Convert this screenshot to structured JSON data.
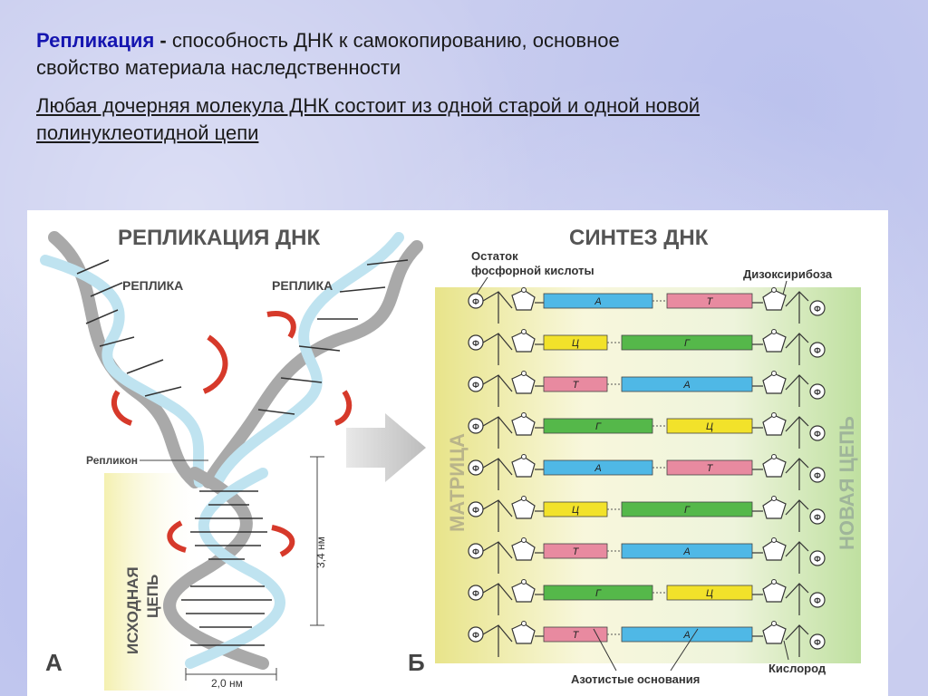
{
  "slide": {
    "term": "Репликация",
    "dash": "-",
    "definition_line1": " способность ДНК к самокопированию, основное",
    "definition_line2": "свойство материала наследственности",
    "statement_line1": "Любая дочерняя молекула ДНК состоит из одной старой и одной новой",
    "statement_line2": "полинуклеотидной цепи"
  },
  "figure": {
    "left_title": "РЕПЛИКАЦИЯ ДНК",
    "right_title": "СИНТЕЗ ДНК",
    "replica_left": "РЕПЛИКА",
    "replica_right": "РЕПЛИКА",
    "replicon": "Репликон",
    "original_chain_1": "ИСХОДНАЯ",
    "original_chain_2": "ЦЕПЬ",
    "size_34": "3,4 нм",
    "size_20": "2,0 нм",
    "panel_a": "А",
    "panel_b": "Б",
    "phosphate_1": "Остаток",
    "phosphate_2": "фосфорной кислоты",
    "deoxyribose": "Дизоксирибоза",
    "matrix": "МАТРИЦА",
    "new_chain": "НОВАЯ ЦЕПЬ",
    "nitrogen_bases": "Азотистые основания",
    "oxygen": "Кислород",
    "phosphate_symbol": "Ф",
    "base_pairs": [
      {
        "left": "А",
        "right": "Т",
        "left_color": "#4fb8e6",
        "right_color": "#e88aa0",
        "long": "left"
      },
      {
        "left": "Ц",
        "right": "Г",
        "left_color": "#f2e22a",
        "right_color": "#55b84a",
        "long": "right"
      },
      {
        "left": "Т",
        "right": "А",
        "left_color": "#e88aa0",
        "right_color": "#4fb8e6",
        "long": "right"
      },
      {
        "left": "Г",
        "right": "Ц",
        "left_color": "#55b84a",
        "right_color": "#f2e22a",
        "long": "left"
      },
      {
        "left": "А",
        "right": "Т",
        "left_color": "#4fb8e6",
        "right_color": "#e88aa0",
        "long": "left"
      },
      {
        "left": "Ц",
        "right": "Г",
        "left_color": "#f2e22a",
        "right_color": "#55b84a",
        "long": "right"
      },
      {
        "left": "Т",
        "right": "А",
        "left_color": "#e88aa0",
        "right_color": "#4fb8e6",
        "long": "right"
      },
      {
        "left": "Г",
        "right": "Ц",
        "left_color": "#55b84a",
        "right_color": "#f2e22a",
        "long": "left"
      },
      {
        "left": "Т",
        "right": "А",
        "left_color": "#e88aa0",
        "right_color": "#4fb8e6",
        "long": "right"
      }
    ]
  }
}
